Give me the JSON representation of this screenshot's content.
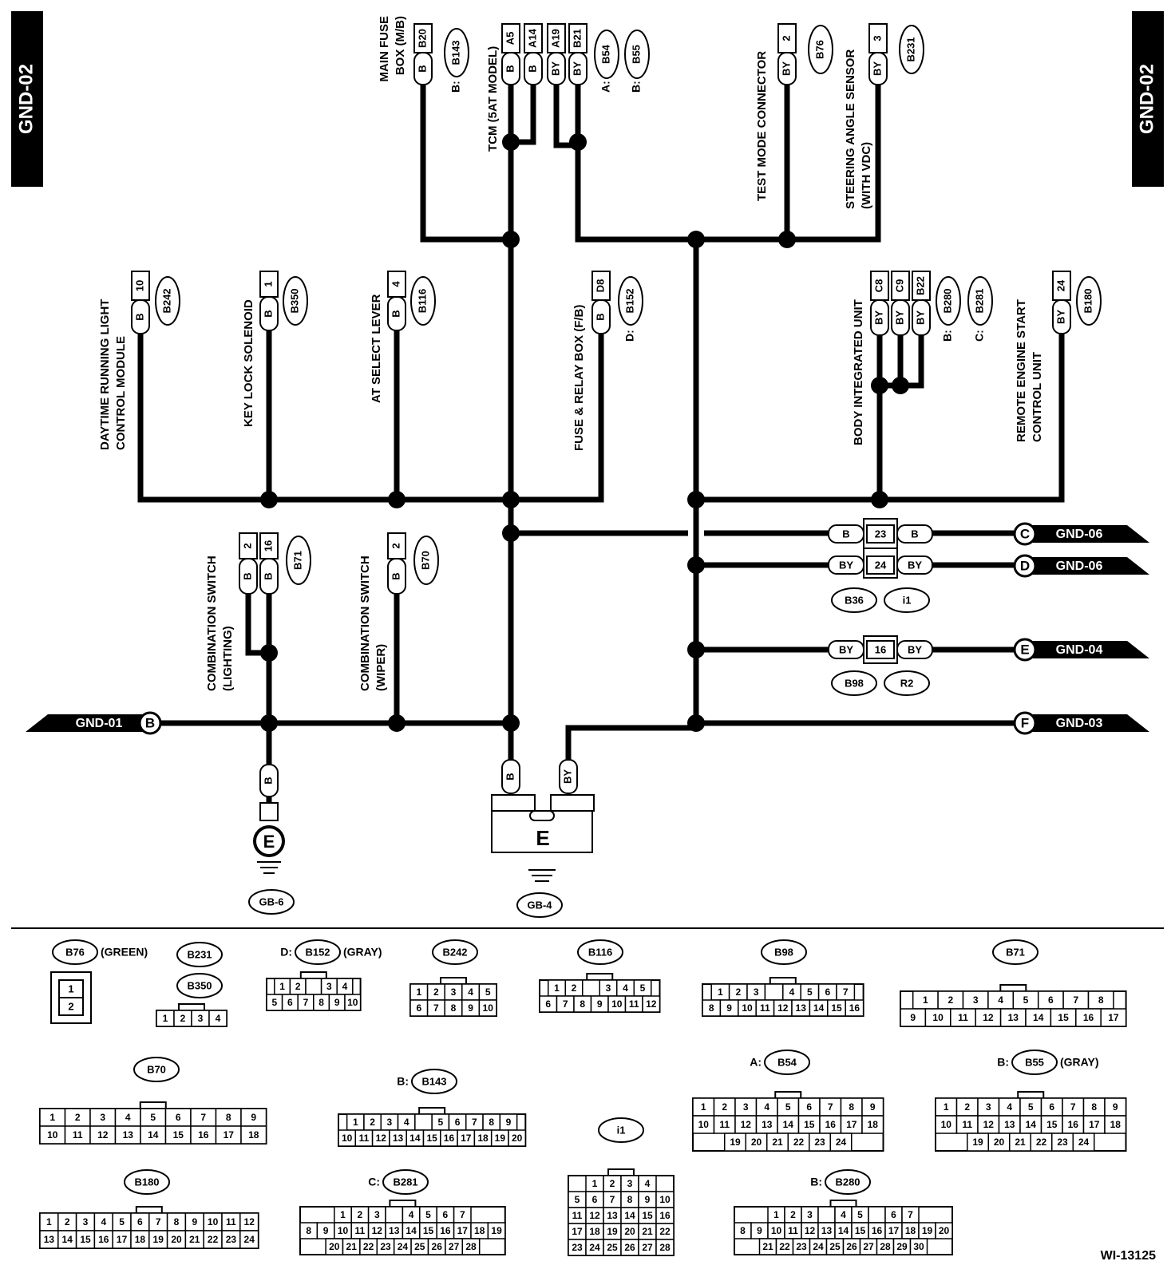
{
  "page": {
    "tab_left": "GND-02",
    "tab_right": "GND-02",
    "figure_id": "WI-13125"
  },
  "components": {
    "main_fuse_box": {
      "name_line1": "MAIN FUSE",
      "name_line2": "BOX (M/B)",
      "terminal": "B20",
      "wire": "B",
      "connector": "B143",
      "connector_prefix": "B:"
    },
    "tcm": {
      "name": "TCM (5AT MODEL)",
      "terminals": [
        "A5",
        "A14",
        "A19",
        "B21"
      ],
      "wires": [
        "B",
        "B",
        "BY",
        "BY"
      ],
      "connectors": [
        "B54",
        "B55"
      ],
      "prefixes": [
        "A:",
        "B:"
      ]
    },
    "test_mode_connector": {
      "name": "TEST MODE CONNECTOR",
      "terminal": "2",
      "wire": "BY",
      "connector": "B76"
    },
    "steering_angle_sensor": {
      "name_line1": "STEERING ANGLE SENSOR",
      "name_line2": "(WITH VDC)",
      "terminal": "3",
      "wire": "BY",
      "connector": "B231"
    },
    "drl_module": {
      "name_line1": "DAYTIME RUNNING LIGHT",
      "name_line2": "CONTROL MODULE",
      "terminal": "10",
      "wire": "B",
      "connector": "B242"
    },
    "key_lock_solenoid": {
      "name": "KEY LOCK SOLENOID",
      "terminal": "1",
      "wire": "B",
      "connector": "B350"
    },
    "at_select_lever": {
      "name": "AT SELECT LEVER",
      "terminal": "4",
      "wire": "B",
      "connector": "B116"
    },
    "fuse_relay_box": {
      "name": "FUSE & RELAY BOX (F/B)",
      "terminal": "D8",
      "wire": "B",
      "connector": "B152",
      "connector_prefix": "D:"
    },
    "body_integrated_unit": {
      "name": "BODY INTEGRATED UNIT",
      "terminals": [
        "C8",
        "C9",
        "B22"
      ],
      "wires": [
        "BY",
        "BY",
        "BY"
      ],
      "connectors": [
        "B280",
        "B281"
      ],
      "prefixes": [
        "B:",
        "C:"
      ]
    },
    "remote_engine_start": {
      "name_line1": "REMOTE ENGINE START",
      "name_line2": "CONTROL UNIT",
      "terminal": "24",
      "wire": "BY",
      "connector": "B180"
    },
    "combo_switch_lighting": {
      "name_line1": "COMBINATION SWITCH",
      "name_line2": "(LIGHTING)",
      "terminals": [
        "2",
        "16"
      ],
      "wires": [
        "B",
        "B"
      ],
      "connector": "B71"
    },
    "combo_switch_wiper": {
      "name_line1": "COMBINATION SWITCH",
      "name_line2": "(WIPER)",
      "terminal": "2",
      "wire": "B",
      "connector": "B70"
    }
  },
  "junctions": {
    "j1": {
      "left_wire": "B",
      "pin_top": "23",
      "right_wire": "B",
      "pin_bottom": "24",
      "left_wire2": "BY",
      "right_wire2": "BY",
      "connectors": [
        "B36",
        "i1"
      ]
    },
    "j2": {
      "left_wire": "BY",
      "pin": "16",
      "right_wire": "BY",
      "connectors": [
        "B98",
        "R2"
      ]
    }
  },
  "arrows": [
    {
      "letter": "C",
      "label": "GND-06"
    },
    {
      "letter": "D",
      "label": "GND-06"
    },
    {
      "letter": "E",
      "label": "GND-04"
    },
    {
      "letter": "F",
      "label": "GND-03"
    },
    {
      "letter": "B",
      "label": "GND-01"
    }
  ],
  "grounds": {
    "gb6": {
      "wire": "B",
      "symbol": "E",
      "label": "GB-6"
    },
    "gb4": {
      "wires": [
        "B",
        "BY"
      ],
      "symbol": "E",
      "label": "GB-4"
    }
  },
  "connector_views": [
    {
      "id": "B76",
      "suffix": "(GREEN)",
      "rows": [
        [
          "1"
        ],
        [
          "2"
        ]
      ]
    },
    {
      "id": "B231",
      "suffix": "",
      "rows": []
    },
    {
      "id": "B350",
      "suffix": "",
      "rows": [
        [
          "1",
          "2",
          "3",
          "4"
        ]
      ]
    },
    {
      "id": "B152",
      "prefix": "D:",
      "suffix": "(GRAY)",
      "rows": [
        [
          "1",
          "2",
          "",
          "3",
          "4"
        ],
        [
          "5",
          "6",
          "7",
          "8",
          "9",
          "10"
        ]
      ]
    },
    {
      "id": "B242",
      "suffix": "",
      "rows": [
        [
          "1",
          "2",
          "3",
          "4",
          "5"
        ],
        [
          "6",
          "7",
          "8",
          "9",
          "10"
        ]
      ]
    },
    {
      "id": "B116",
      "suffix": "",
      "rows": [
        [
          "1",
          "2",
          "",
          "3",
          "4",
          "5"
        ],
        [
          "6",
          "7",
          "8",
          "9",
          "10",
          "11",
          "12"
        ]
      ]
    },
    {
      "id": "B98",
      "suffix": "",
      "rows": [
        [
          "1",
          "2",
          "3",
          "",
          "4",
          "5",
          "6",
          "7"
        ],
        [
          "8",
          "9",
          "10",
          "11",
          "12",
          "13",
          "14",
          "15",
          "16"
        ]
      ]
    },
    {
      "id": "B71",
      "suffix": "",
      "rows": [
        [
          "1",
          "2",
          "3",
          "4",
          "5",
          "6",
          "7",
          "8"
        ],
        [
          "9",
          "10",
          "11",
          "12",
          "13",
          "14",
          "15",
          "16",
          "17"
        ]
      ]
    },
    {
      "id": "B70",
      "suffix": "",
      "rows": [
        [
          "1",
          "2",
          "3",
          "4",
          "5",
          "6",
          "7",
          "8",
          "9"
        ],
        [
          "10",
          "11",
          "12",
          "13",
          "14",
          "15",
          "16",
          "17",
          "18"
        ]
      ]
    },
    {
      "id": "B143",
      "prefix": "B:",
      "suffix": "",
      "rows": [
        [
          "1",
          "2",
          "3",
          "4",
          "",
          "5",
          "6",
          "7",
          "8",
          "9"
        ],
        [
          "10",
          "11",
          "12",
          "13",
          "14",
          "15",
          "16",
          "17",
          "18",
          "19",
          "20"
        ]
      ]
    },
    {
      "id": "B54",
      "prefix": "A:",
      "suffix": "",
      "rows": [
        [
          "1",
          "2",
          "3",
          "4",
          "5",
          "6",
          "7",
          "8",
          "9"
        ],
        [
          "10",
          "11",
          "12",
          "13",
          "14",
          "15",
          "16",
          "17",
          "18"
        ],
        [
          "19",
          "20",
          "21",
          "22",
          "23",
          "24"
        ]
      ]
    },
    {
      "id": "B55",
      "prefix": "B:",
      "suffix": "(GRAY)",
      "rows": [
        [
          "1",
          "2",
          "3",
          "4",
          "5",
          "6",
          "7",
          "8",
          "9"
        ],
        [
          "10",
          "11",
          "12",
          "13",
          "14",
          "15",
          "16",
          "17",
          "18"
        ],
        [
          "19",
          "20",
          "21",
          "22",
          "23",
          "24"
        ]
      ]
    },
    {
      "id": "i1",
      "suffix": "",
      "rows": [
        [
          "1",
          "2",
          "3",
          "4"
        ],
        [
          "5",
          "6",
          "7",
          "8",
          "9",
          "10"
        ],
        [
          "11",
          "12",
          "13",
          "14",
          "15",
          "16"
        ],
        [
          "17",
          "18",
          "19",
          "20",
          "21",
          "22"
        ],
        [
          "23",
          "24",
          "25",
          "26",
          "27",
          "28"
        ]
      ]
    },
    {
      "id": "B180",
      "suffix": "",
      "rows": [
        [
          "1",
          "2",
          "3",
          "4",
          "5",
          "6",
          "7",
          "8",
          "9",
          "10",
          "11",
          "12"
        ],
        [
          "13",
          "14",
          "15",
          "16",
          "17",
          "18",
          "19",
          "20",
          "21",
          "22",
          "23",
          "24"
        ]
      ]
    },
    {
      "id": "B281",
      "prefix": "C:",
      "suffix": "",
      "rows": [
        [
          "1",
          "2",
          "3",
          "",
          "4",
          "5",
          "6",
          "7"
        ],
        [
          "8",
          "9",
          "10",
          "11",
          "12",
          "13",
          "14",
          "15",
          "16",
          "17",
          "18",
          "19"
        ],
        [
          "20",
          "21",
          "22",
          "23",
          "24",
          "25",
          "26",
          "27",
          "28"
        ]
      ]
    },
    {
      "id": "B280",
      "prefix": "B:",
      "suffix": "",
      "rows": [
        [
          "1",
          "2",
          "3",
          "",
          "4",
          "5",
          "",
          "6",
          "7"
        ],
        [
          "8",
          "9",
          "10",
          "11",
          "12",
          "13",
          "14",
          "15",
          "16",
          "17",
          "18",
          "19",
          "20"
        ],
        [
          "21",
          "22",
          "23",
          "24",
          "25",
          "26",
          "27",
          "28",
          "29",
          "30"
        ]
      ]
    }
  ]
}
